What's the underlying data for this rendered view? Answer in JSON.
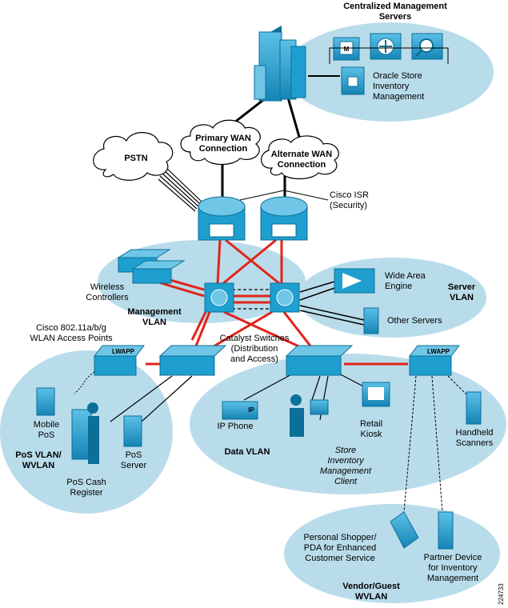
{
  "colors": {
    "vlan_fill": "#b9dcea",
    "device_blue": "#1e9fcf",
    "device_dark": "#0c6f98",
    "device_light": "#6fc6e6",
    "link_red": "#e2231a",
    "link_black": "#000000"
  },
  "labels": {
    "central_servers": [
      "Centralized Management",
      "Servers"
    ],
    "oracle_store": [
      "Oracle Store",
      "Inventory",
      "Management"
    ],
    "primary_wan": [
      "Primary WAN",
      "Connection"
    ],
    "alternate_wan": [
      "Alternate WAN",
      "Connection"
    ],
    "pstn": "PSTN",
    "cisco_isr": [
      "Cisco ISR",
      "(Security)"
    ],
    "wireless_controllers": [
      "Wireless",
      "Controllers"
    ],
    "management_vlan": [
      "Management",
      "VLAN"
    ],
    "wide_area_engine": [
      "Wide Area",
      "Engine"
    ],
    "server_vlan": [
      "Server",
      "VLAN"
    ],
    "other_servers": "Other Servers",
    "cisco_ap": [
      "Cisco 802.11a/b/g",
      "WLAN Access Points"
    ],
    "catalyst_switches": [
      "Catalyst Switches",
      "(Distribution",
      "and Access)"
    ],
    "mobile_pos": [
      "Mobile",
      "PoS"
    ],
    "pos_vlan": [
      "PoS VLAN/",
      "WVLAN"
    ],
    "pos_cash_register": [
      "PoS Cash",
      "Register"
    ],
    "pos_server": [
      "PoS",
      "Server"
    ],
    "ip_phone": "IP Phone",
    "data_vlan": "Data VLAN",
    "store_inventory_client": [
      "Store",
      "Inventory",
      "Management",
      "Client"
    ],
    "retail_kiosk": [
      "Retail",
      "Kiosk"
    ],
    "handheld_scanners": [
      "Handheld",
      "Scanners"
    ],
    "personal_shopper": [
      "Personal Shopper/",
      "PDA for Enhanced",
      "Customer Service"
    ],
    "partner_device": [
      "Partner Device",
      "for Inventory",
      "Management"
    ],
    "vendor_guest_vlan": [
      "Vendor/Guest",
      "WVLAN"
    ],
    "figure_id": "224733",
    "ap_badge": "LWAPP",
    "ip_badge": "IP",
    "server_badge": "M"
  }
}
